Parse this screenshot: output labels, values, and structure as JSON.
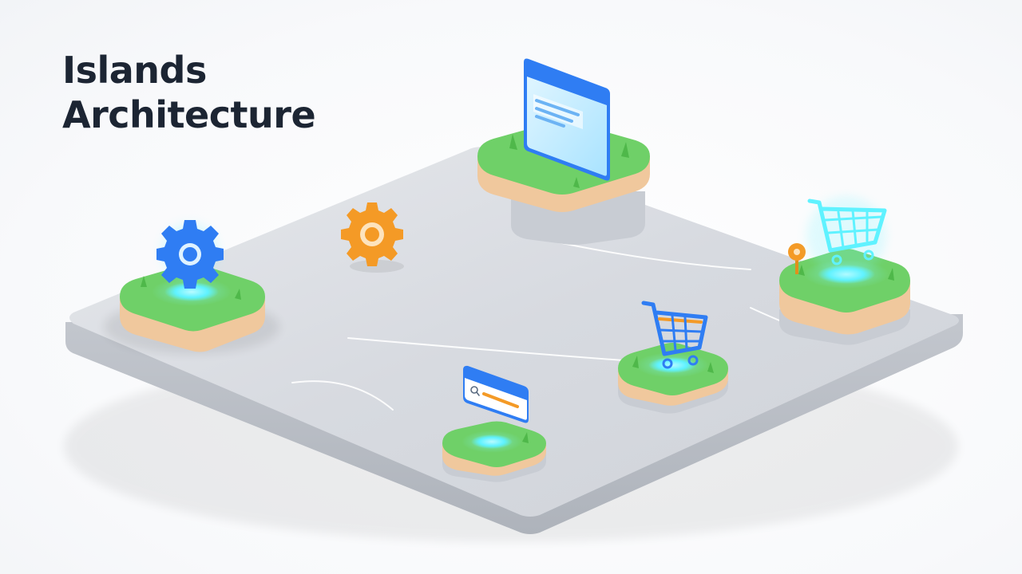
{
  "title": {
    "line1": "Islands",
    "line2": "Architecture"
  },
  "colors": {
    "text": "#1c2533",
    "platform": "#d9dce2",
    "platform_edge": "#b9bec7",
    "grass": "#6fd068",
    "soil": "#f1cfa6",
    "glow": "#5ff2ff",
    "blue": "#2f7df3",
    "orange": "#f49a26"
  },
  "islands": [
    {
      "id": "settings-island",
      "icon": "gear-icon"
    },
    {
      "id": "window-island",
      "icon": "browser-window-icon"
    },
    {
      "id": "cart-island-right",
      "icon": "shopping-cart-icon"
    },
    {
      "id": "cart-island-center",
      "icon": "shopping-cart-icon"
    },
    {
      "id": "search-island",
      "icon": "search-bar-icon"
    }
  ]
}
